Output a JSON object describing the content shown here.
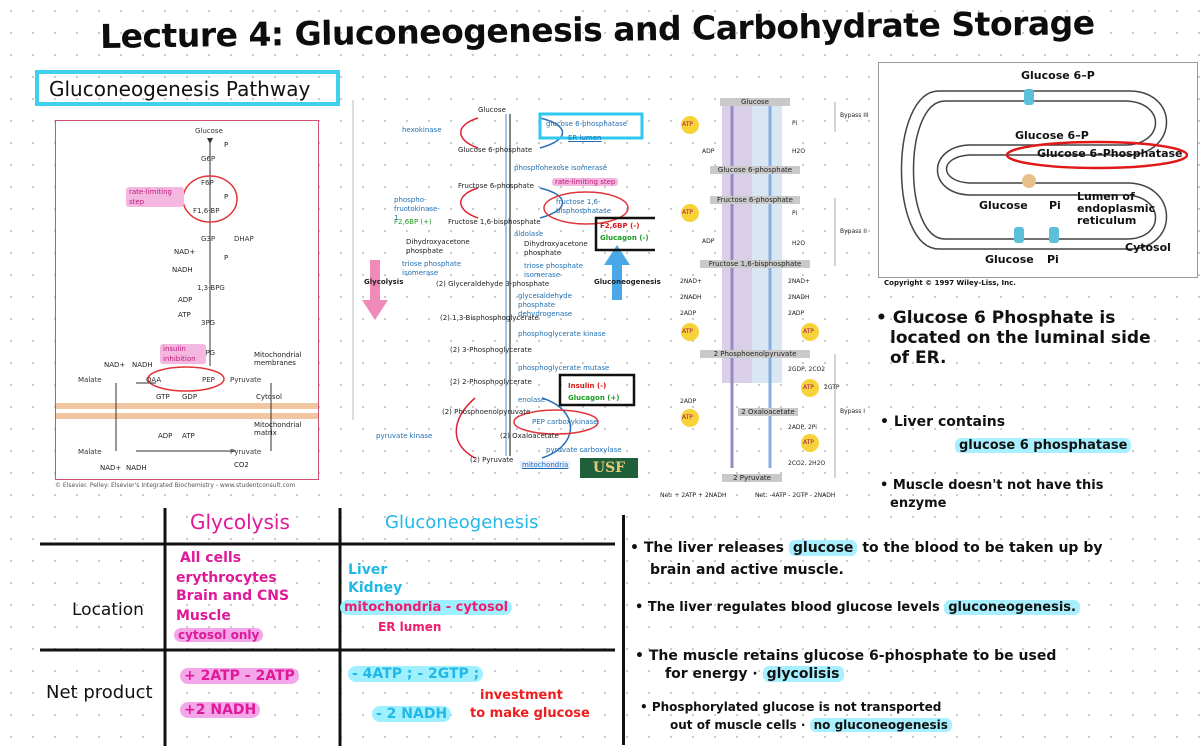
{
  "title": "Lecture 4: Gluconeogenesis and Carbohydrate Storage",
  "section_label": "Gluconeogenesis Pathway",
  "fig1": {
    "metabolites": [
      "Glucose",
      "G6P",
      "F6P",
      "F1,6-BP",
      "G3P",
      "DHAP",
      "1,3-BPG",
      "3PG",
      "2PG",
      "PEP",
      "OAA",
      "Malate",
      "Pyruvate",
      "Malate",
      "Pyruvate"
    ],
    "cofactors": [
      "P",
      "P",
      "P",
      "NAD+",
      "NADH",
      "ADP",
      "ATP",
      "NAD+",
      "NADH",
      "GTP",
      "GDP",
      "ADP",
      "ATP",
      "CO2",
      "NAD+",
      "NADH"
    ],
    "rate_limiting": "rate-limiting step",
    "insulin": "insulin inhibition",
    "mito_membranes": "Mitochondrial membranes",
    "cytosol": "Cytosol",
    "matrix": "Mitochondrial matrix",
    "credit": "© Elsevier. Pelley: Elsevier's Integrated Biochemistry - www.studentconsult.com"
  },
  "fig2": {
    "glucose": "Glucose",
    "hexokinase": "hexokinase",
    "g6pase": "glucose 6-phosphatase",
    "er_lumen": "ER lumen",
    "g6p": "Glucose 6-phosphate",
    "pgi": "phosphohexose isomerase",
    "f6p": "Fructose 6-phosphate",
    "rate": "rate-limiting step",
    "pfk": "phospho- fructokinase-1",
    "fbpase": "fructose 1,6-bisphosphatase",
    "f26bp_plus": "F2,6BP (+)",
    "f16bp": "Fructose 1,6-bisphosphate",
    "f26bp_minus": "F2,6BP (-)",
    "glucagon_minus": "Glucagon (-)",
    "aldolase": "aldolase",
    "dhap_l": "Dihydroxyacetone phosphate",
    "dhap_r": "Dihydroxyacetone phosphate",
    "tpi_l": "triose phosphate isomerase",
    "tpi_r": "triose phosphate isomerase",
    "glycolysis": "Glycolysis",
    "gluconeogenesis": "Gluconeogenesis",
    "g3p": "(2) Glyceraldehyde 3-phosphate",
    "gapdh": "glyceraldehyde phosphate dehydrogenase",
    "bpg": "(2) 1,3-Bisphosphoglycerate",
    "pgk": "phosphoglycerate kinase",
    "pg3": "(2) 3-Phosphoglycerate",
    "pgm": "phosphoglycerate mutase",
    "pg2": "(2) 2-Phosphoglycerate",
    "insulin_minus": "Insulin (-)",
    "glucagon_plus": "Glucagon (+)",
    "enolase": "enolase",
    "pep": "(2) Phosphoenolpyruvate",
    "pepck": "PEP carboxykinase",
    "pyk": "pyruvate kinase",
    "oaa": "(2) Oxaloacetate",
    "pyc": "pyruvate carboxylase",
    "pyr": "(2) Pyruvate",
    "mito": "mitochondria",
    "usf": "USF"
  },
  "fig3": {
    "boxes": [
      "Glucose",
      "Glucose 6-phosphate",
      "Fructose 6-phosphate",
      "Fructose 1,6-bisphosphate",
      "2 Phosphoenolpyruvate",
      "2 Oxaloacetate",
      "2 Pyruvate"
    ],
    "bypass": [
      "Bypass III",
      "Bypass II",
      "Bypass I"
    ],
    "atp": "ATP",
    "left_labels": [
      "ADP",
      "ADP",
      "2NAD+",
      "2NADH",
      "2ADP",
      "2ADP"
    ],
    "right_labels": [
      "Pi",
      "H2O",
      "Pi",
      "H2O",
      "2NAD+",
      "2NADH",
      "2ADP",
      "2GDP, 2CO2",
      "2GTP",
      "2ADP, 2Pi",
      "2CO2, 2H2O"
    ],
    "net_left": "Net: + 2ATP + 2NADH",
    "net_right": "Net: -4ATP - 2GTP - 2NADH"
  },
  "fig4": {
    "top": "Glucose 6–P",
    "inner": "Glucose 6–P",
    "enzyme": "Glucose 6–Phosphatase",
    "glucose_in": "Glucose",
    "pi_in": "Pi",
    "lumen": "Lumen of endoplasmic reticulum",
    "glucose_out": "Glucose",
    "pi_out": "Pi",
    "cytosol": "Cytosol",
    "copyright": "Copyright © 1997 Wiley-Liss, Inc."
  },
  "right_notes": {
    "n1a": "• Glucose 6 Phosphate is",
    "n1b": "located on the luminal side",
    "n1c": "of ER.",
    "n2": "• Liver contains",
    "n2hl": "glucose 6 phosphatase",
    "n3a": "• Muscle doesn't not have this",
    "n3b": "enzyme"
  },
  "table": {
    "h_glycolysis": "Glycolysis",
    "h_gluconeogenesis": "Gluconeogenesis",
    "row_location": "Location",
    "row_net": "Net product",
    "gly_loc": [
      "All cells",
      "erythrocytes",
      "Brain and CNS",
      "Muscle"
    ],
    "gly_loc_hl": "cytosol only",
    "gng_loc": [
      "Liver",
      "Kidney"
    ],
    "gng_loc_hl": "mitochondria - cytosol",
    "gng_loc_sub": "ER lumen",
    "gly_net": [
      "+ 2ATP - 2ATP",
      "+2 NADH"
    ],
    "gng_net": [
      "- 4ATP ; - 2GTP ;",
      "- 2 NADH"
    ],
    "investment": [
      "investment",
      "to make glucose"
    ]
  },
  "bullets": {
    "b1a": "• The liver releases",
    "b1hl": "glucose",
    "b1b": "to the blood to be taken up by",
    "b1c": "brain and active muscle.",
    "b2a": "• The liver regulates blood glucose levels",
    "b2hl": "gluconeogenesis.",
    "b3a": "• The muscle retains glucose 6-phosphate to be used",
    "b3b": "for energy",
    "b3hl": "glycolisis",
    "b4a": "• Phosphorylated glucose is not transported",
    "b4b": "out of muscle cells",
    "b4hl": "no gluconeogenesis"
  },
  "colors": {
    "cyan": "#3fd0f0",
    "magenta": "#e0199a",
    "red": "#e01818",
    "pink": "#f4b7e0"
  }
}
